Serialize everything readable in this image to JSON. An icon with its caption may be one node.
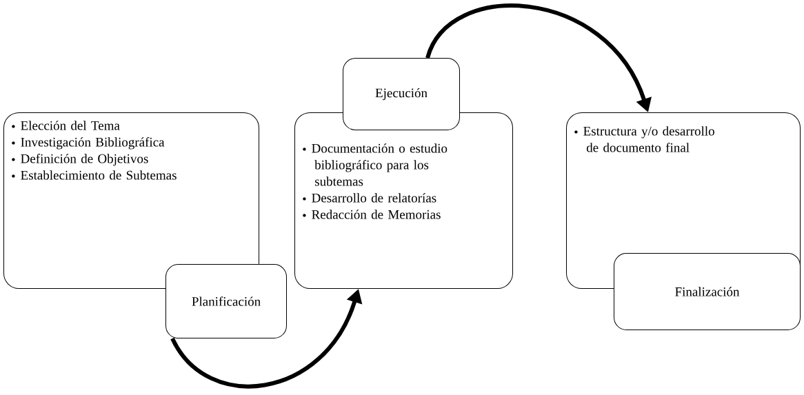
{
  "diagram": {
    "nodes": [
      {
        "text": [
          "Elección del Tema",
          "Investigación Bibliográfica",
          "Definición de Objetivos",
          "Establecimiento de Subtemas"
        ]
      },
      {
        "text": [
          "Planificación"
        ]
      },
      {
        "text": [
          "Ejecución"
        ]
      },
      {
        "text": [
          "Documentación o estudio bibliográfico para los subtemas",
          "Desarrollo de relatorías",
          "Redacción de Memorias"
        ]
      },
      {
        "text": [
          "Estructura y/o desarrollo de documento final"
        ]
      },
      {
        "text": [
          "Finalización"
        ]
      }
    ],
    "edges": [
      {
        "from": 1,
        "to": 3,
        "arrow": "to"
      },
      {
        "from": 2,
        "to": 4,
        "arrow": "to"
      }
    ]
  }
}
